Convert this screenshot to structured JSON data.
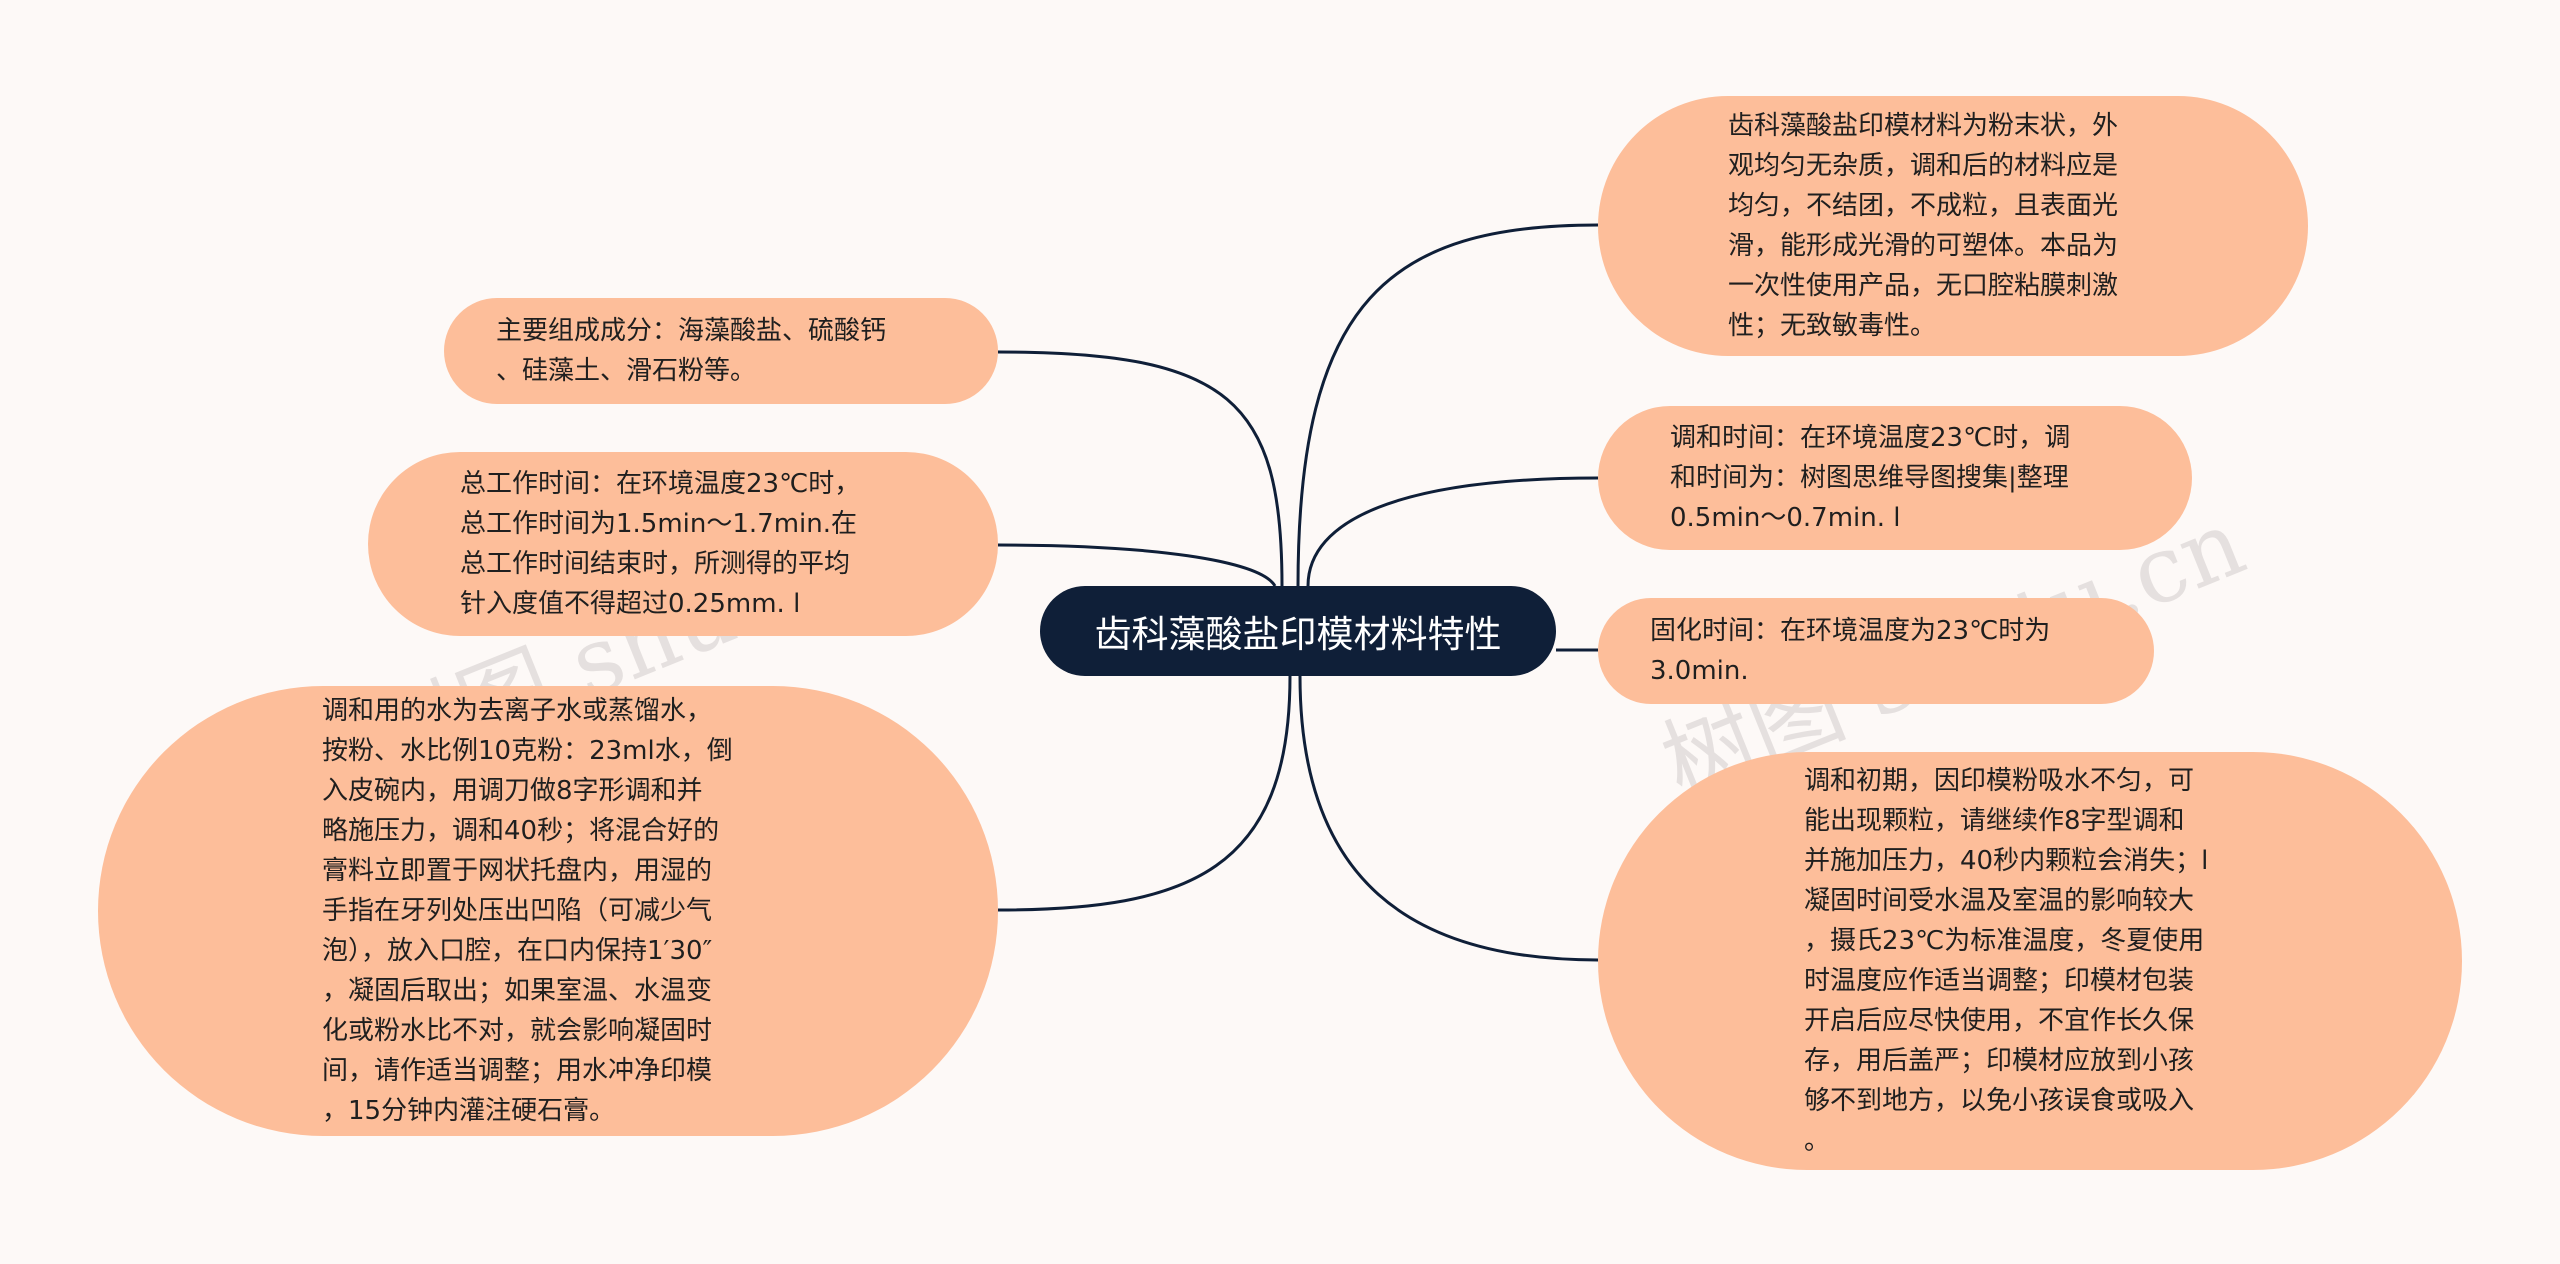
{
  "center": {
    "title": "齿科藻酸盐印模材料特性"
  },
  "left_nodes": [
    {
      "id": "composition",
      "text": "主要组成成分：海藻酸盐、硫酸钙\n、硅藻土、滑石粉等。"
    },
    {
      "id": "total-working-time",
      "text": "总工作时间：在环境温度23℃时，\n总工作时间为1.5min～1.7min.在\n总工作时间结束时，所测得的平均\n针入度值不得超过0.25mm. l"
    },
    {
      "id": "mixing-method",
      "text": "调和用的水为去离子水或蒸馏水，\n按粉、水比例10克粉：23ml水，倒\n入皮碗内，用调刀做8字形调和并\n略施压力，调和40秒；将混合好的\n膏料立即置于网状托盘内，用湿的\n手指在牙列处压出凹陷（可减少气\n泡），放入口腔，在口内保持1′30″\n，凝固后取出；如果室温、水温变\n化或粉水比不对，就会影响凝固时\n间，请作适当调整；用水冲净印模\n，15分钟内灌注硬石膏。"
    }
  ],
  "right_nodes": [
    {
      "id": "appearance",
      "text": "齿科藻酸盐印模材料为粉末状，外\n观均匀无杂质，调和后的材料应是\n均匀，不结团，不成粒，且表面光\n滑，能形成光滑的可塑体。本品为\n一次性使用产品，无口腔粘膜刺激\n性；无致敏毒性。"
    },
    {
      "id": "mixing-time",
      "text": "调和时间：在环境温度23℃时，调\n和时间为：树图思维导图搜集|整理\n0.5min～0.7min. l"
    },
    {
      "id": "setting-time",
      "text": "固化时间：在环境温度为23℃时为\n3.0min."
    },
    {
      "id": "notes",
      "text": "调和初期，因印模粉吸水不匀，可\n能出现颗粒，请继续作8字型调和\n并施加压力，40秒内颗粒会消失；l\n凝固时间受水温及室温的影响较大\n，摄氏23℃为标准温度，冬夏使用\n时温度应作适当调整；印模材包装\n开启后应尽快使用，不宜作长久保\n存，用后盖严；印模材应放到小孩\n够不到地方，以免小孩误食或吸入\n。"
    }
  ],
  "watermarks": [
    {
      "id": "wm-left",
      "text": "树图 shutu.cn"
    },
    {
      "id": "wm-right",
      "text": "树图 shutu.cn"
    }
  ],
  "colors": {
    "background": "#fdf9f7",
    "center_fill": "#0f1f38",
    "center_text": "#ffffff",
    "node_fill": "#fdbe9a",
    "connector": "#0f1f38"
  }
}
